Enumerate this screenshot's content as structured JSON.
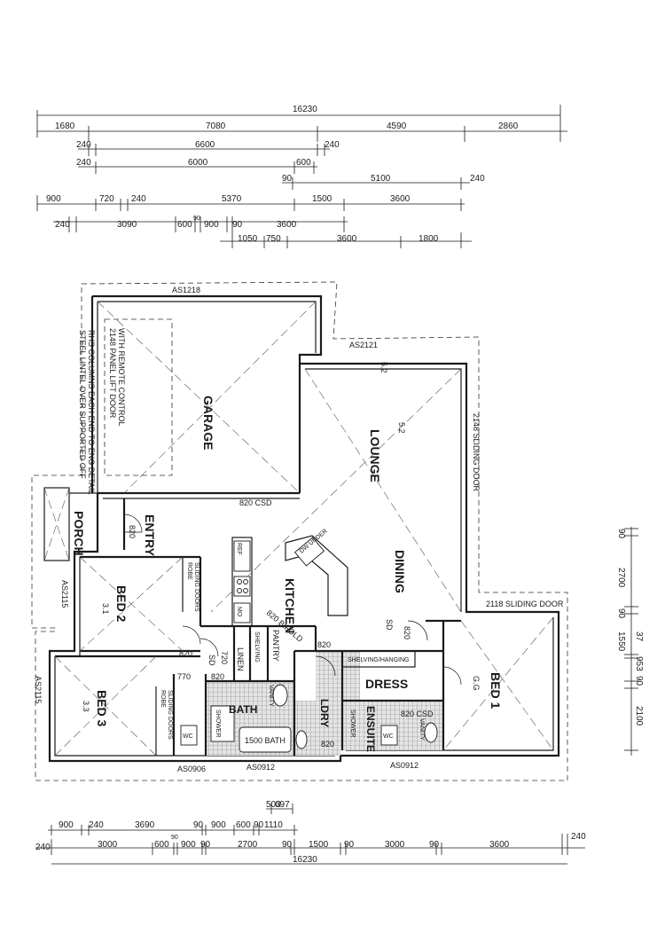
{
  "top_dimensions": {
    "overall": "16230",
    "row1": [
      "1680",
      "7080",
      "4590",
      "2860"
    ],
    "row2": [
      "240",
      "6600",
      "240"
    ],
    "row3": [
      "240",
      "6000",
      "600"
    ],
    "row4": [
      "90",
      "5100",
      "240"
    ],
    "row5": [
      "900",
      "720",
      "240",
      "5370",
      "1500",
      "3600"
    ],
    "row6": [
      "240",
      "3090",
      "600",
      "90",
      "900",
      "90",
      "3600"
    ],
    "row7": [
      "1050",
      "750",
      "3600",
      "1800"
    ]
  },
  "bottom_dimensions": {
    "row1": [
      "503",
      "697"
    ],
    "row2": [
      "900",
      "240",
      "3690",
      "90",
      "900",
      "600",
      "90",
      "1110"
    ],
    "row3": [
      "240",
      "3000",
      "600",
      "90",
      "900",
      "90",
      "2700",
      "90",
      "1500",
      "90",
      "3000",
      "90",
      "3600",
      "240"
    ],
    "overall": "16230"
  },
  "right_dimensions": [
    "90",
    "2700",
    "90",
    "1550",
    "37",
    "953",
    "90",
    "2100"
  ],
  "rooms": {
    "garage": "GARAGE",
    "lounge": "LOUNGE",
    "dining": "DINING",
    "kitchen": "KITCHEN",
    "entry": "ENTRY",
    "porch": "PORCH",
    "bed1": "BED 1",
    "bed2": "BED 2",
    "bed3": "BED 3",
    "bath": "BATH",
    "dress": "DRESS",
    "ensuite": "ENSUITE",
    "ldry": "LDRY",
    "linen": "LINEN",
    "pantry": "PANTRY",
    "shelving": "SHELVING"
  },
  "labels": {
    "garage_door": "2148 PANEL LIFT DOOR",
    "garage_door_2": "WITH REMOTE CONTROL",
    "lintel_1": "STEEL LINTEL OVER SUPPORTED OFF",
    "lintel_2": "RHS COLUMNS EACH END TO ENG DETAIL",
    "win_garage": "AS1218",
    "win_lounge": "AS2121",
    "sliding_lounge": "2148 SLIDING DOOR",
    "sliding_bed1": "2118 SLIDING DOOR",
    "win_bed2": "AS2115",
    "win_bed3": "AS2115",
    "win_bath1": "AS0906",
    "win_bath2": "AS0912",
    "win_ens": "AS0912",
    "csd_garage": "820 CSD",
    "csd_dress": "820 CSD",
    "door_entry": "820",
    "door_bed2": "820",
    "door_linen": "720",
    "door_bath": "820",
    "door_770": "770",
    "door_ldry": "820",
    "door_ensuite": "820",
    "door_dining": "820",
    "bifold": "820 BIFOLD",
    "robe_bed2": "ROBE",
    "sliding_bed2": "SLIDING DOORS",
    "robe_bed3": "ROBE",
    "sliding_bed3": "SLIDING DOORS",
    "shelving_hanging": "SHELVING/HANGING",
    "bath_1500": "1500 BATH",
    "wc1": "WC",
    "wc2": "WC",
    "shower1": "SHOWER",
    "shower2": "SHOWER",
    "vanity1": "VANITY",
    "vanity2": "VANITY",
    "dw_under": "DW UNDER",
    "ref": "REF",
    "mo": "MO",
    "sd1": "SD",
    "sd2": "SD",
    "bed2_note": "3.1",
    "bed3_note": "3.3",
    "bed1_note": "G.G",
    "lounge_note": "5.2",
    "lounge_note2": "5.2"
  },
  "colors": {
    "ink": "#1a1a1a",
    "paper": "#ffffff"
  }
}
